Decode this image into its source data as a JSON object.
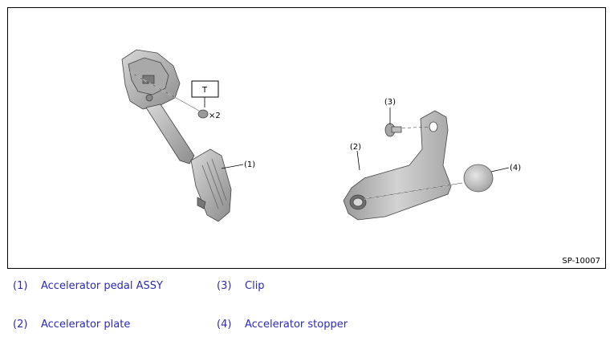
{
  "figure": {
    "code": "SP-10007",
    "torque_box": "T",
    "multiplier": "×2",
    "callouts": [
      "(1)",
      "(2)",
      "(3)",
      "(4)"
    ]
  },
  "legend": [
    {
      "num": "(1)",
      "text": "Accelerator pedal ASSY"
    },
    {
      "num": "(2)",
      "text": "Accelerator plate"
    },
    {
      "num": "(3)",
      "text": "Clip"
    },
    {
      "num": "(4)",
      "text": "Accelerator stopper"
    }
  ],
  "colors": {
    "legend_text": "#2b2bb3",
    "part_fill": "#b8b8b8",
    "part_dark": "#8a8a8a"
  }
}
